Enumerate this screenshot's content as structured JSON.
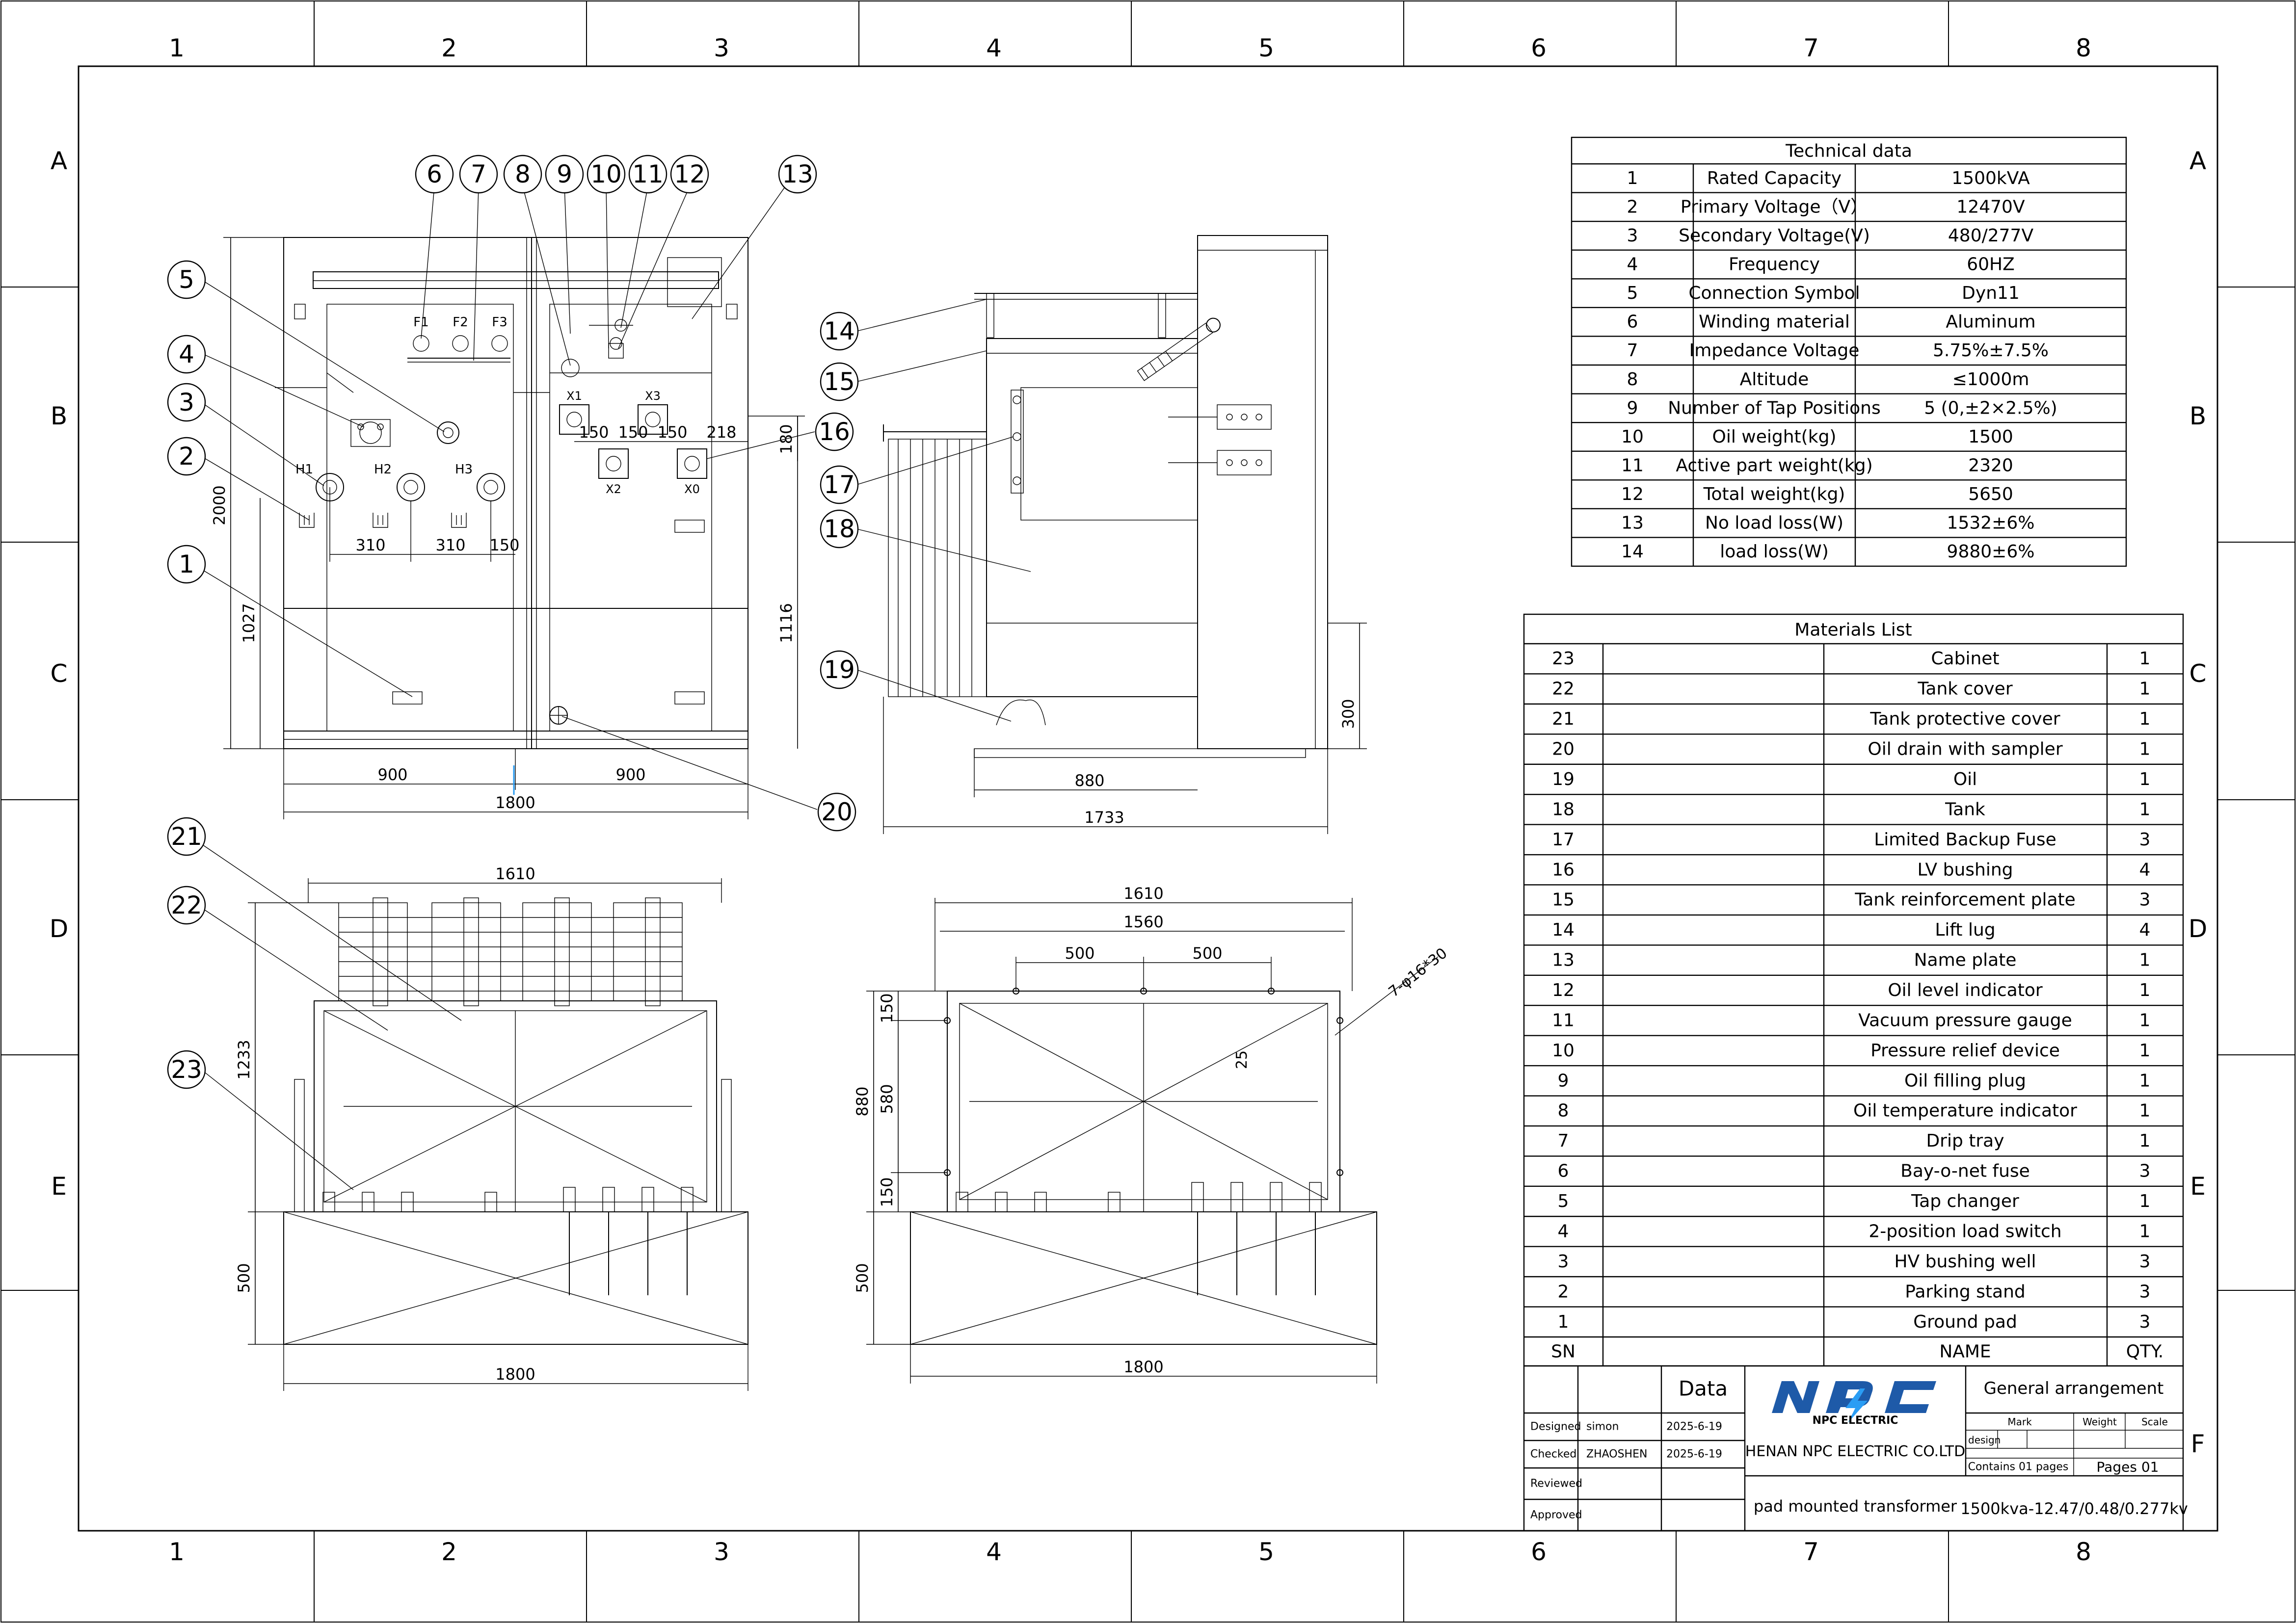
{
  "frame": {
    "columns": [
      "1",
      "2",
      "3",
      "4",
      "5",
      "6",
      "7",
      "8"
    ],
    "rows": [
      "A",
      "B",
      "C",
      "D",
      "E",
      "F"
    ]
  },
  "front_view": {
    "callouts": [
      "1",
      "2",
      "3",
      "4",
      "5",
      "6",
      "7",
      "8",
      "9",
      "10",
      "11",
      "12",
      "13",
      "16",
      "20"
    ],
    "fuse_labels": [
      "F1",
      "F2",
      "F3"
    ],
    "hv_labels": [
      "H1",
      "H2",
      "H3"
    ],
    "lv_labels": [
      "X1",
      "X3",
      "X2",
      "X0"
    ],
    "dims": {
      "height": "2000",
      "lower_height": "1027",
      "right_height": "1116",
      "top_gap": "180",
      "hv_pitch_1": "310",
      "hv_pitch_2": "310",
      "hv_edge": "150",
      "lv_1": "150",
      "lv_2": "150",
      "lv_3": "150",
      "lv_4": "218",
      "left_half": "900",
      "right_half": "900",
      "total_width": "1800"
    }
  },
  "side_view": {
    "callouts": [
      "14",
      "15",
      "17",
      "18",
      "19"
    ],
    "dims": {
      "base_width": "880",
      "total_width": "1733",
      "base_height": "300"
    }
  },
  "bottom_left_view": {
    "callouts": [
      "21",
      "22",
      "23"
    ],
    "dims": {
      "top_width": "1610",
      "height": "1233",
      "base_height": "500",
      "total_width": "1800"
    }
  },
  "bottom_right_view": {
    "dims": {
      "top_width": "1610",
      "inner_width": "1560",
      "bolt_1": "500",
      "bolt_2": "500",
      "hole_note": "7-φ16*30",
      "side_top": "150",
      "side_mid": "580",
      "side_bottom": "150",
      "height": "880",
      "angle": "25",
      "base_height": "500",
      "total_width": "1800"
    }
  },
  "technical_data": {
    "title": "Technical data",
    "rows": [
      [
        "1",
        "Rated Capacity",
        "1500kVA"
      ],
      [
        "2",
        "Primary Voltage（V）",
        "12470V"
      ],
      [
        "3",
        "Secondary Voltage(V)",
        "480/277V"
      ],
      [
        "4",
        "Frequency",
        "60HZ"
      ],
      [
        "5",
        "Connection Symbol",
        "Dyn11"
      ],
      [
        "6",
        "Winding material",
        "Aluminum"
      ],
      [
        "7",
        "Impedance Voltage",
        "5.75%±7.5%"
      ],
      [
        "8",
        "Altitude",
        "≤1000m"
      ],
      [
        "9",
        "Number of Tap Positions",
        "5 (0,±2×2.5%)"
      ],
      [
        "10",
        "Oil weight(kg)",
        "1500"
      ],
      [
        "11",
        "Active part weight(kg)",
        "2320"
      ],
      [
        "12",
        "Total weight(kg)",
        "5650"
      ],
      [
        "13",
        "No load loss(W)",
        "1532±6%"
      ],
      [
        "14",
        "load loss(W)",
        "9880±6%"
      ]
    ]
  },
  "materials_list": {
    "title": "Materials List",
    "rows": [
      [
        "23",
        "Cabinet",
        "1"
      ],
      [
        "22",
        "Tank cover",
        "1"
      ],
      [
        "21",
        "Tank protective cover",
        "1"
      ],
      [
        "20",
        "Oil drain with sampler",
        "1"
      ],
      [
        "19",
        "Oil",
        "1"
      ],
      [
        "18",
        "Tank",
        "1"
      ],
      [
        "17",
        "Limited Backup Fuse",
        "3"
      ],
      [
        "16",
        "LV bushing",
        "4"
      ],
      [
        "15",
        "Tank reinforcement plate",
        "3"
      ],
      [
        "14",
        "Lift lug",
        "4"
      ],
      [
        "13",
        "Name plate",
        "1"
      ],
      [
        "12",
        "Oil level indicator",
        "1"
      ],
      [
        "11",
        "Vacuum pressure gauge",
        "1"
      ],
      [
        "10",
        "Pressure relief device",
        "1"
      ],
      [
        "9",
        "Oil filling plug",
        "1"
      ],
      [
        "8",
        "Oil temperature indicator",
        "1"
      ],
      [
        "7",
        "Drip tray",
        "1"
      ],
      [
        "6",
        "Bay-o-net fuse",
        "3"
      ],
      [
        "5",
        "Tap changer",
        "1"
      ],
      [
        "4",
        "2-position load switch",
        "1"
      ],
      [
        "3",
        "HV bushing well",
        "3"
      ],
      [
        "2",
        "Parking stand",
        "3"
      ],
      [
        "1",
        "Ground pad",
        "3"
      ]
    ],
    "header": {
      "sn": "SN",
      "name": "NAME",
      "qty": "QTY."
    }
  },
  "title_block": {
    "data_label": "Data",
    "roles": [
      "Designed",
      "Checked",
      "Reviewed",
      "Approved"
    ],
    "designed_by": "simon",
    "designed_date": "2025-6-19",
    "checked_by": "ZHAOSHEN",
    "checked_date": "2025-6-19",
    "logo_text": "NPC",
    "logo_sub": "NPC ELECTRIC",
    "company": "HENAN NPC ELECTRIC CO.LTD",
    "drawing_title": "General arrangement",
    "mark_label": "Mark",
    "weight_label": "Weight",
    "scale_label": "Scale",
    "design_label": "design",
    "contains": "Contains 01 pages",
    "pages": "Pages 01",
    "product": "pad mounted transformer",
    "model": "1500kva-12.47/0.48/0.277kv"
  },
  "colors": {
    "ink": "#000000",
    "logo_blue": "#1e5aa8",
    "logo_navy": "#1b2a6b",
    "bolt_blue": "#2a9df4"
  }
}
